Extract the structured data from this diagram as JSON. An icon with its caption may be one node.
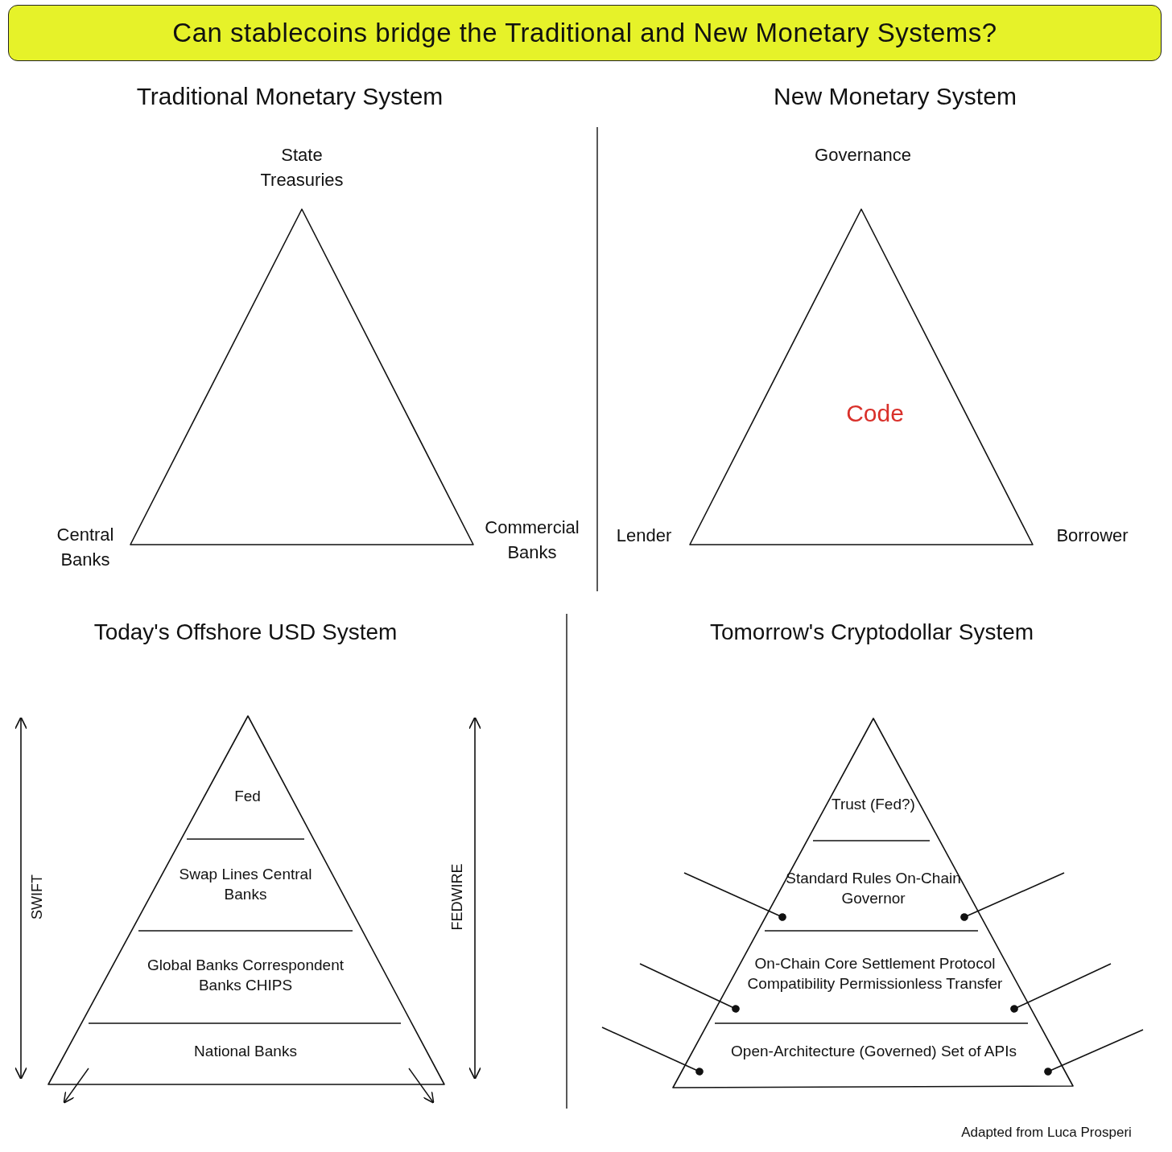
{
  "diagram": {
    "title": "Can stablecoins bridge the Traditional and New Monetary Systems?",
    "nodes": [
      {
        "text": [],
        "shape": "triangle",
        "beside": [
          "State Treasuries",
          "Central Banks",
          "Commercial Banks"
        ]
      },
      {
        "text": [
          "Code"
        ],
        "beside": [
          "Governance",
          "Lender",
          "Borrower"
        ]
      },
      {
        "text": [],
        "shape": "triangle"
      },
      {
        "text": [
          "Fed"
        ],
        "in": 2
      },
      {
        "text": [
          "Swap Lines Central Banks"
        ],
        "in": 2
      },
      {
        "text": [
          "Global Banks Correspondent Banks CHIPS"
        ],
        "in": 2
      },
      {
        "text": [
          "National Banks"
        ],
        "in": 2
      },
      {
        "text": [],
        "shape": "triangle"
      },
      {
        "text": [
          "Trust (Fed?)"
        ],
        "in": 7
      },
      {
        "text": [
          "Standard Rules On-Chain Governor"
        ],
        "in": 7
      },
      {
        "text": [
          "On-Chain Core Settlement Protocol Compatibility Permissionless Transfer"
        ],
        "in": 7
      },
      {
        "text": [
          "Open-Architecture (Governed) Set of APIs"
        ],
        "in": 7
      }
    ],
    "edges": [
      {
        "from": null,
        "to": 9,
        "arrow": "other"
      },
      {
        "from": null,
        "to": 9,
        "arrow": "other"
      },
      {
        "from": null,
        "to": 10,
        "arrow": "other"
      },
      {
        "from": null,
        "to": 10,
        "arrow": "other"
      },
      {
        "from": null,
        "to": 11,
        "arrow": "other"
      },
      {
        "from": null,
        "to": 11,
        "arrow": "other"
      }
    ],
    "labels": [
      "Traditional Monetary System",
      "New Monetary System",
      "Today's Offshore USD System",
      "SWIFT",
      "FEDWIRE",
      "Tomorrow's Cryptodollar System",
      "Adapted from Luca Prosperi"
    ]
  }
}
